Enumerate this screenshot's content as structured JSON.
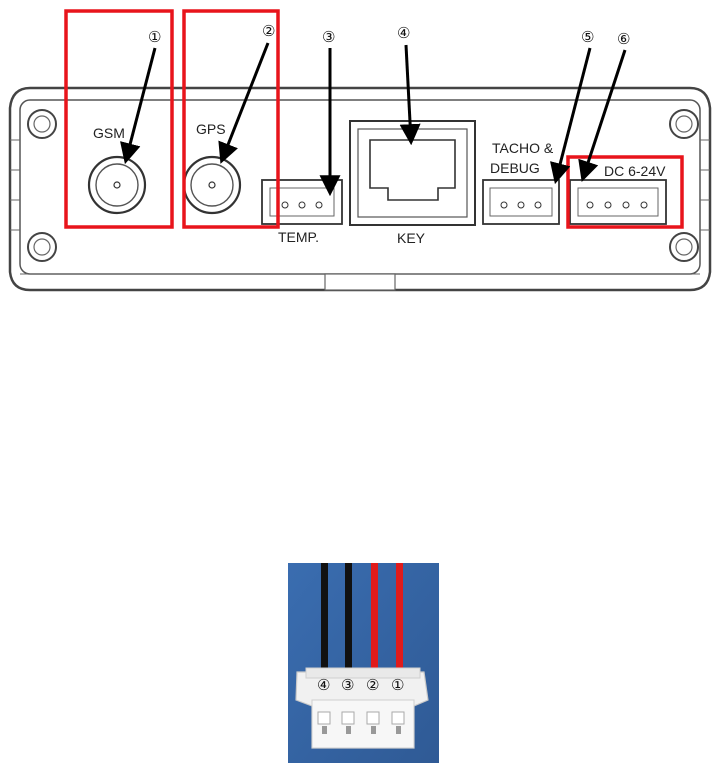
{
  "panel": {
    "labels": {
      "gsm": "GSM",
      "gps": "GPS",
      "temp": "TEMP.",
      "key": "KEY",
      "tacho_line1": "TACHO &",
      "tacho_line2": "DEBUG",
      "dc": "DC 6-24V"
    },
    "callouts": [
      "①",
      "②",
      "③",
      "④",
      "⑤",
      "⑥"
    ]
  },
  "connector": {
    "pin_labels": [
      "④",
      "③",
      "②",
      "①"
    ],
    "wire_colors": [
      "#111111",
      "#111111",
      "#e01b1b",
      "#e01b1b"
    ]
  },
  "colors": {
    "highlight": "#e8141b",
    "panel_outline": "#444444",
    "photo_bg": "#3f6eab",
    "connector_body": "#f1f1f1"
  }
}
